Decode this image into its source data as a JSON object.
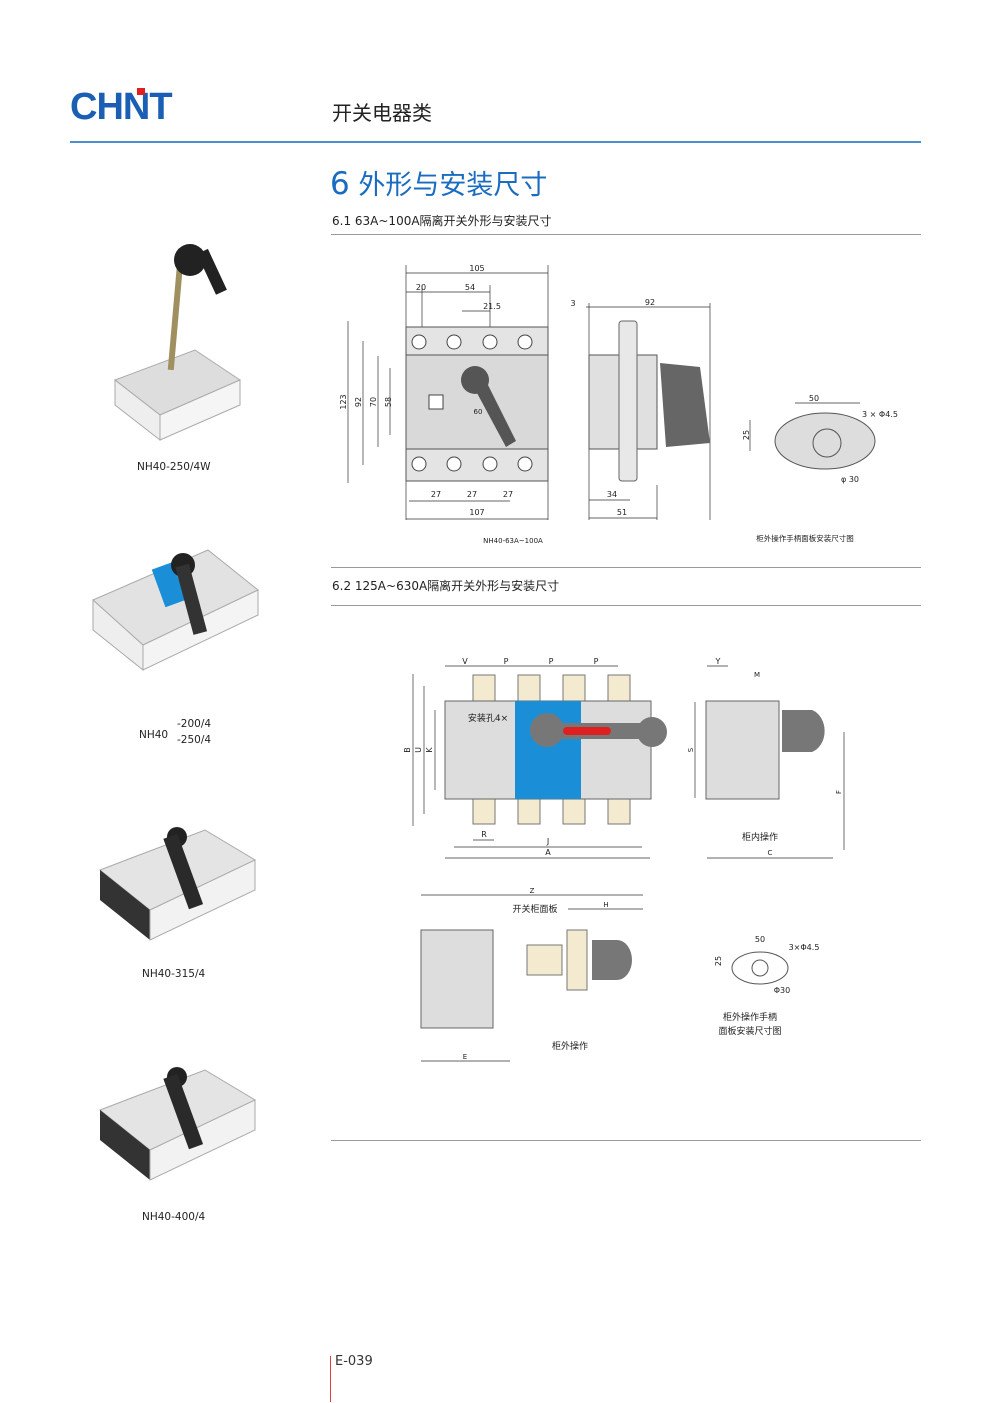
{
  "header": {
    "logo_text": "CHNT",
    "category": "开关电器类"
  },
  "section": {
    "number": "6",
    "title": "外形与安装尺寸"
  },
  "sub1": {
    "title": "6.1 63A~100A隔离开关外形与安装尺寸",
    "front_dims": {
      "w105": "105",
      "w20": "20",
      "w54": "54",
      "w21_5": "21.5",
      "h123": "123",
      "h92": "92",
      "h70": "70",
      "h58": "58",
      "p27a": "27",
      "p27b": "27",
      "p27c": "27",
      "w107": "107",
      "angle": "60"
    },
    "side_dims": {
      "d3": "3",
      "d92": "92",
      "d34": "34",
      "d51": "51"
    },
    "panel_dims": {
      "w50": "50",
      "h25": "25",
      "holes": "3 × Φ4.5",
      "dia": "φ 30"
    },
    "model_caption": "NH40-63A~100A",
    "panel_caption": "柜外操作手柄面板安装尺寸图"
  },
  "sub2": {
    "title": "6.2 125A~630A隔离开关外形与安装尺寸",
    "front_labels": {
      "V": "V",
      "P1": "P",
      "P2": "P",
      "P3": "P",
      "B": "B",
      "U": "U",
      "K": "K",
      "R": "R",
      "J": "J",
      "A": "A",
      "holes": "安装孔4×"
    },
    "side_labels": {
      "Y": "Y",
      "M": "M",
      "S": "S",
      "F": "F",
      "C": "C",
      "caption": "柜内操作"
    },
    "ext_labels": {
      "Z": "Z",
      "H": "H",
      "E": "E",
      "panel": "开关柜面板",
      "caption": "柜外操作"
    },
    "panel_dims": {
      "w50": "50",
      "h25": "25",
      "holes": "3×Φ4.5",
      "dia": "Φ30",
      "caption1": "柜外操作手柄",
      "caption2": "面板安装尺寸图"
    }
  },
  "products": [
    {
      "label": "NH40-250/4W"
    },
    {
      "label_base": "NH40",
      "label_v1": "-200/4",
      "label_v2": "-250/4"
    },
    {
      "label": "NH40-315/4"
    },
    {
      "label": "NH40-400/4"
    }
  ],
  "footer": {
    "page": "E-039"
  },
  "colors": {
    "brand": "#1a5fb4",
    "accent_red": "#e02020",
    "switch_blue": "#1a8fd8"
  }
}
